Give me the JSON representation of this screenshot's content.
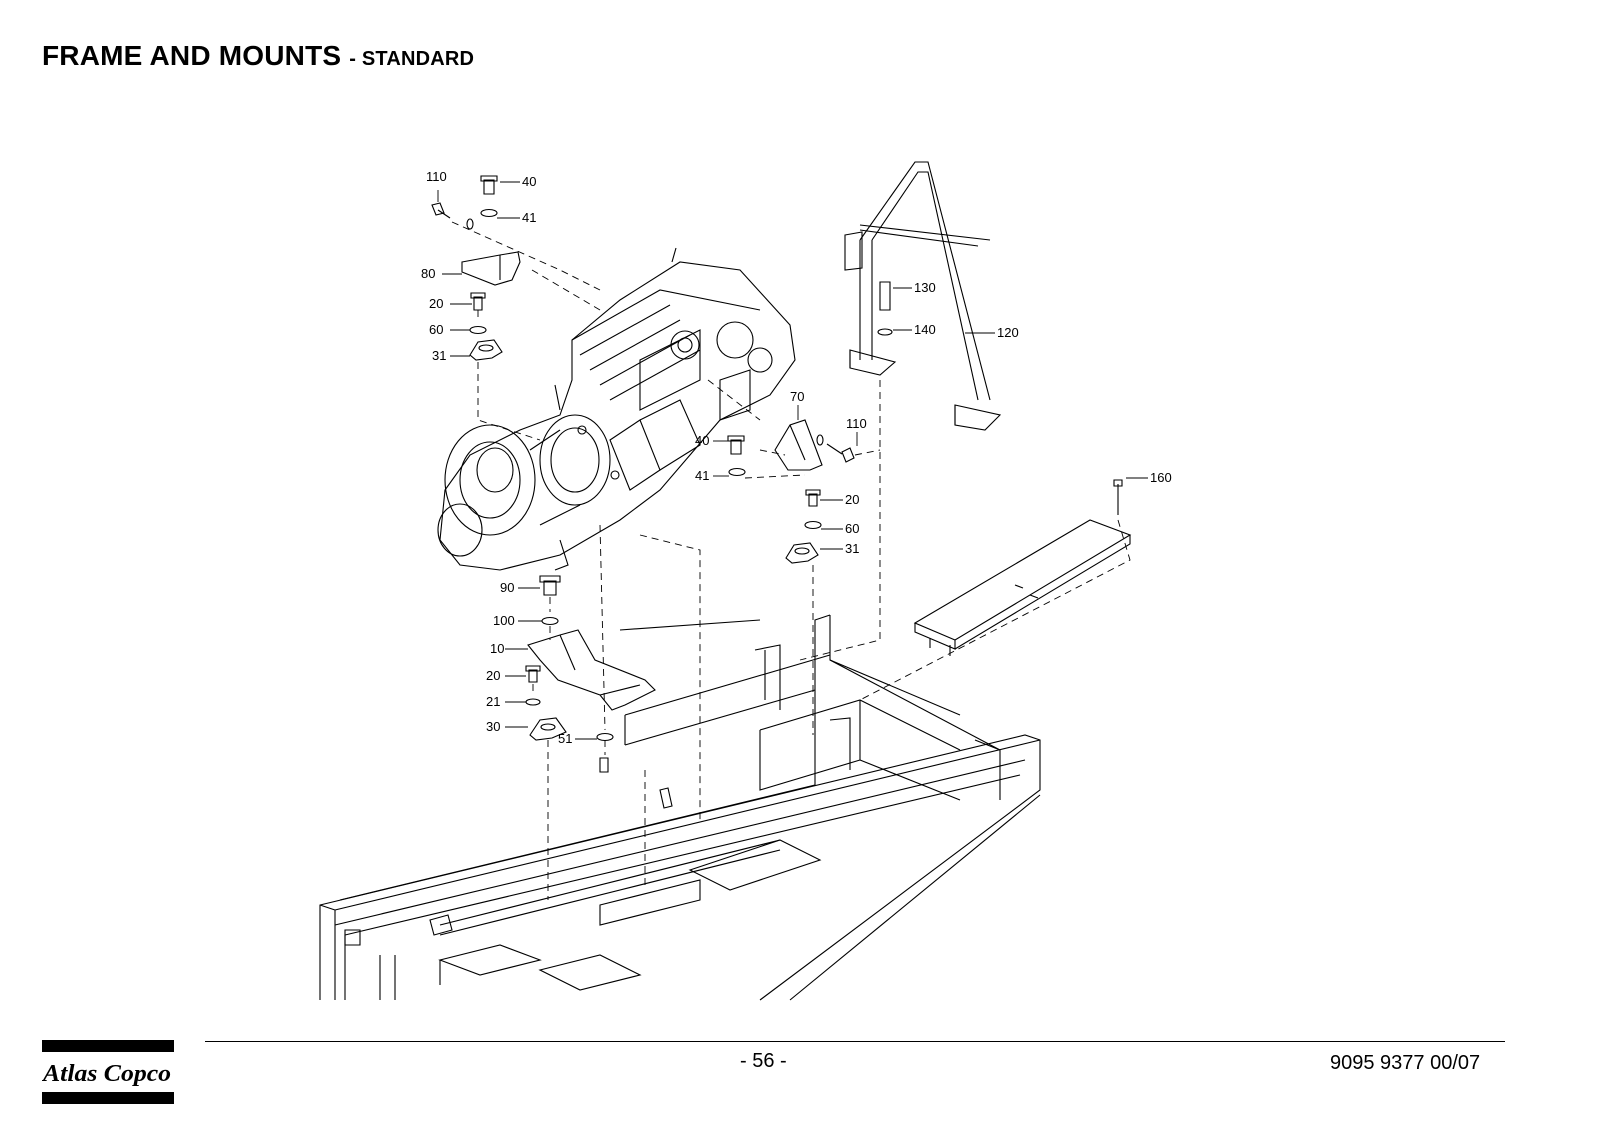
{
  "header": {
    "title": "FRAME AND MOUNTS",
    "subtitle": "- STANDARD"
  },
  "diagram": {
    "callouts": {
      "c110a": "110",
      "c40a": "40",
      "c41a": "41",
      "c80": "80",
      "c20a": "20",
      "c60a": "60",
      "c31a": "31",
      "c130": "130",
      "c140": "140",
      "c120": "120",
      "c70": "70",
      "c110b": "110",
      "c40b": "40",
      "c41b": "41",
      "c160": "160",
      "c20b": "20",
      "c60b": "60",
      "c31b": "31",
      "c90": "90",
      "c100": "100",
      "c10": "10",
      "c20c": "20",
      "c21": "21",
      "c30": "30",
      "c51": "51"
    }
  },
  "footer": {
    "brand": "Atlas Copco",
    "page_number": "- 56 -",
    "document_number": "9095 9377 00/07"
  }
}
